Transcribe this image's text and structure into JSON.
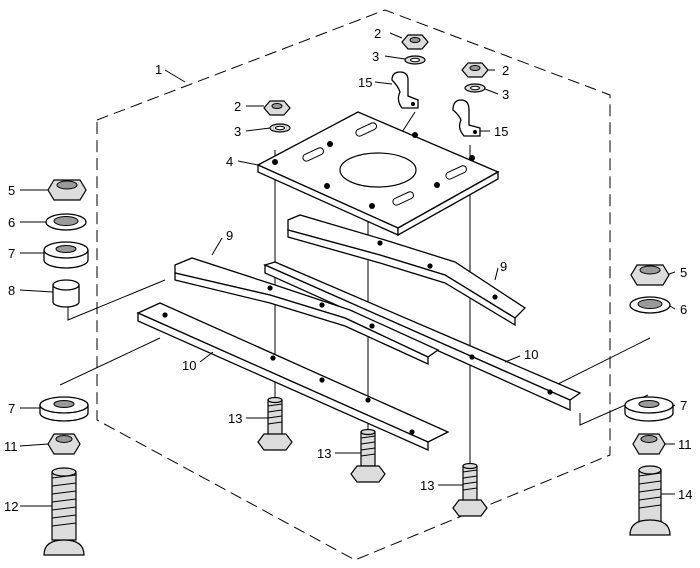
{
  "diagram": {
    "callouts": {
      "assembly": "1",
      "nut": "2",
      "washer": "3",
      "plate": "4",
      "lock_nut": "5",
      "flat_washer": "6",
      "bushing": "7",
      "spacer": "8",
      "strap": "9",
      "bar": "10",
      "nut_small": "11",
      "bolt_long": "12",
      "bolt_short": "13",
      "carriage_bolt": "14",
      "clip": "15"
    }
  }
}
